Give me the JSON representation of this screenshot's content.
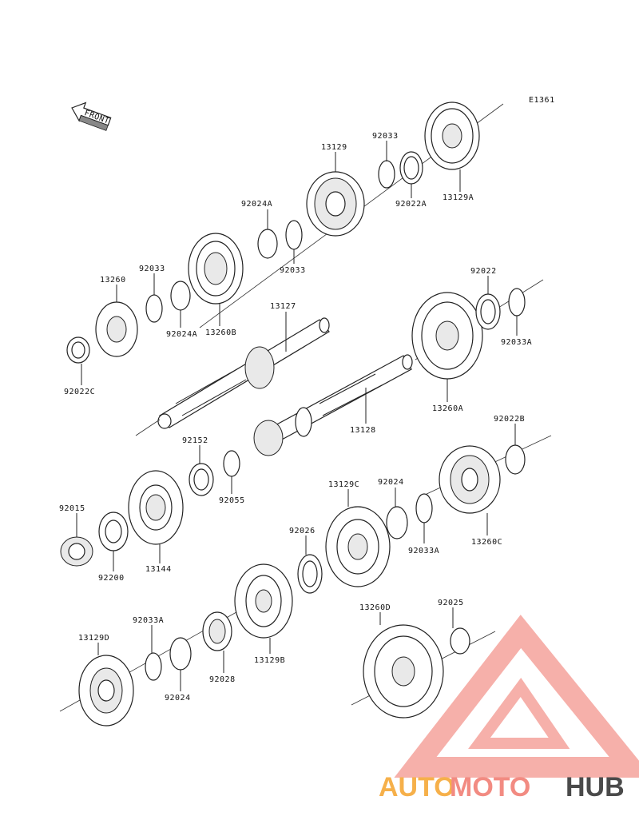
{
  "diagram": {
    "figure_code": "E1361",
    "front_label": "FRONT",
    "parts": [
      {
        "id": "p1",
        "number": "13129A"
      },
      {
        "id": "p2",
        "number": "92022A"
      },
      {
        "id": "p3",
        "number": "92033"
      },
      {
        "id": "p4",
        "number": "13129"
      },
      {
        "id": "p5",
        "number": "92024A"
      },
      {
        "id": "p6",
        "number": "92033"
      },
      {
        "id": "p7",
        "number": "13260B"
      },
      {
        "id": "p8",
        "number": "92033"
      },
      {
        "id": "p9",
        "number": "13260"
      },
      {
        "id": "p10",
        "number": "92024A"
      },
      {
        "id": "p11",
        "number": "92022C"
      },
      {
        "id": "p12",
        "number": "13127"
      },
      {
        "id": "p13",
        "number": "92022"
      },
      {
        "id": "p14",
        "number": "92033A"
      },
      {
        "id": "p15",
        "number": "13260A"
      },
      {
        "id": "p16",
        "number": "13128"
      },
      {
        "id": "p17",
        "number": "92022B"
      },
      {
        "id": "p18",
        "number": "92152"
      },
      {
        "id": "p19",
        "number": "92055"
      },
      {
        "id": "p20",
        "number": "92015"
      },
      {
        "id": "p21",
        "number": "92200"
      },
      {
        "id": "p22",
        "number": "13144"
      },
      {
        "id": "p23",
        "number": "13129C"
      },
      {
        "id": "p24",
        "number": "92024"
      },
      {
        "id": "p25",
        "number": "92033A"
      },
      {
        "id": "p26",
        "number": "13260C"
      },
      {
        "id": "p27",
        "number": "92026"
      },
      {
        "id": "p28",
        "number": "13129D"
      },
      {
        "id": "p29",
        "number": "92033A"
      },
      {
        "id": "p30",
        "number": "92024"
      },
      {
        "id": "p31",
        "number": "92028"
      },
      {
        "id": "p32",
        "number": "13129B"
      },
      {
        "id": "p33",
        "number": "13260D"
      },
      {
        "id": "p34",
        "number": "92025"
      }
    ]
  },
  "watermark": {
    "text_a": "AUTO",
    "text_b": "MOTO",
    "text_c": "HUB",
    "color_a": "#f6b04a",
    "color_b": "#f28b82",
    "color_c": "#4a4a4a",
    "triangle_color": "#f4a29b"
  }
}
